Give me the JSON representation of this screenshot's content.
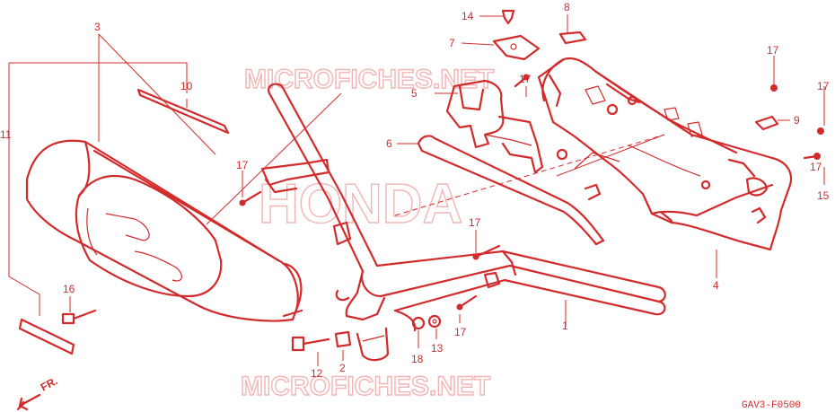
{
  "diagram": {
    "watermarks": [
      "MICROFICHES.NET",
      "HONDA",
      "MICROFICHES.NET"
    ],
    "drawing_code": "GAV3-F0500",
    "direction_label": "FR.",
    "callouts": [
      "1",
      "2",
      "3",
      "4",
      "5",
      "6",
      "7",
      "8",
      "9",
      "10",
      "11",
      "12",
      "13",
      "14",
      "15",
      "16",
      "17",
      "17",
      "17",
      "17",
      "17",
      "17",
      "17",
      "18"
    ],
    "parts": [
      "handlebar-pipe",
      "handle-collar",
      "front-handle-cover",
      "rear-handle-cover",
      "meter-bracket",
      "cable-guide",
      "cover-plate",
      "seal-strip",
      "small-clip",
      "front-seal-strip",
      "lower-seal-strip",
      "flange-bolt",
      "nut",
      "trim-clip",
      "screw",
      "tapping-screw-16",
      "tapping-screws-17",
      "washer"
    ],
    "colors": {
      "line": "#d32b2b",
      "watermark": "#f2b5b5",
      "background": "#ffffff"
    }
  }
}
